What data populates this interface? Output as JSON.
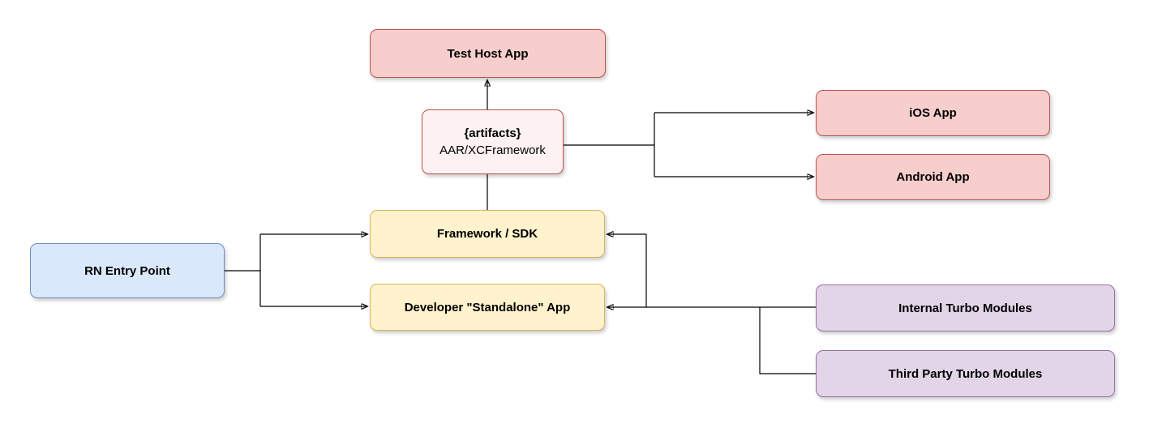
{
  "diagram": {
    "title": "React Native framework build/distribution diagram",
    "background_color": "#ffffff",
    "nodes": {
      "test_host_app": {
        "label": "Test Host App",
        "fill": "#f8cecc",
        "stroke": "#b85450"
      },
      "artifacts": {
        "title": "{artifacts}",
        "subtitle": "AAR/XCFramework",
        "fill": "#fdf1f1",
        "stroke": "#b85450"
      },
      "ios_app": {
        "label": "iOS App",
        "fill": "#f8cecc",
        "stroke": "#b85450"
      },
      "android_app": {
        "label": "Android App",
        "fill": "#f8cecc",
        "stroke": "#b85450"
      },
      "framework_sdk": {
        "label": "Framework / SDK",
        "fill": "#fff2cc",
        "stroke": "#d6b656"
      },
      "rn_entry_point": {
        "label": "RN Entry Point",
        "fill": "#dae8fc",
        "stroke": "#6c8ebf"
      },
      "developer_standalone_app": {
        "label": "Developer \"Standalone\" App",
        "fill": "#fff2cc",
        "stroke": "#d6b656"
      },
      "internal_turbo_modules": {
        "label": "Internal Turbo Modules",
        "fill": "#e1d5e7",
        "stroke": "#9673a6"
      },
      "third_party_turbo_modules": {
        "label": "Third Party Turbo Modules",
        "fill": "#e1d5e7",
        "stroke": "#9673a6"
      }
    },
    "edges": [
      {
        "from": "artifacts",
        "to": "test_host_app",
        "arrow": true
      },
      {
        "from": "artifacts",
        "to": "ios_app",
        "arrow": true
      },
      {
        "from": "artifacts",
        "to": "android_app",
        "arrow": true
      },
      {
        "from": "framework_sdk",
        "to": "artifacts",
        "arrow": false
      },
      {
        "from": "rn_entry_point",
        "to": "framework_sdk",
        "arrow": true
      },
      {
        "from": "rn_entry_point",
        "to": "developer_standalone_app",
        "arrow": true
      },
      {
        "from": "internal_turbo_modules",
        "to": "developer_standalone_app",
        "arrow": true
      },
      {
        "from": "internal_turbo_modules",
        "to": "framework_sdk",
        "arrow": true
      },
      {
        "from": "third_party_turbo_modules",
        "to": "developer_standalone_app",
        "arrow": true
      }
    ],
    "edge_color": "#000000"
  }
}
